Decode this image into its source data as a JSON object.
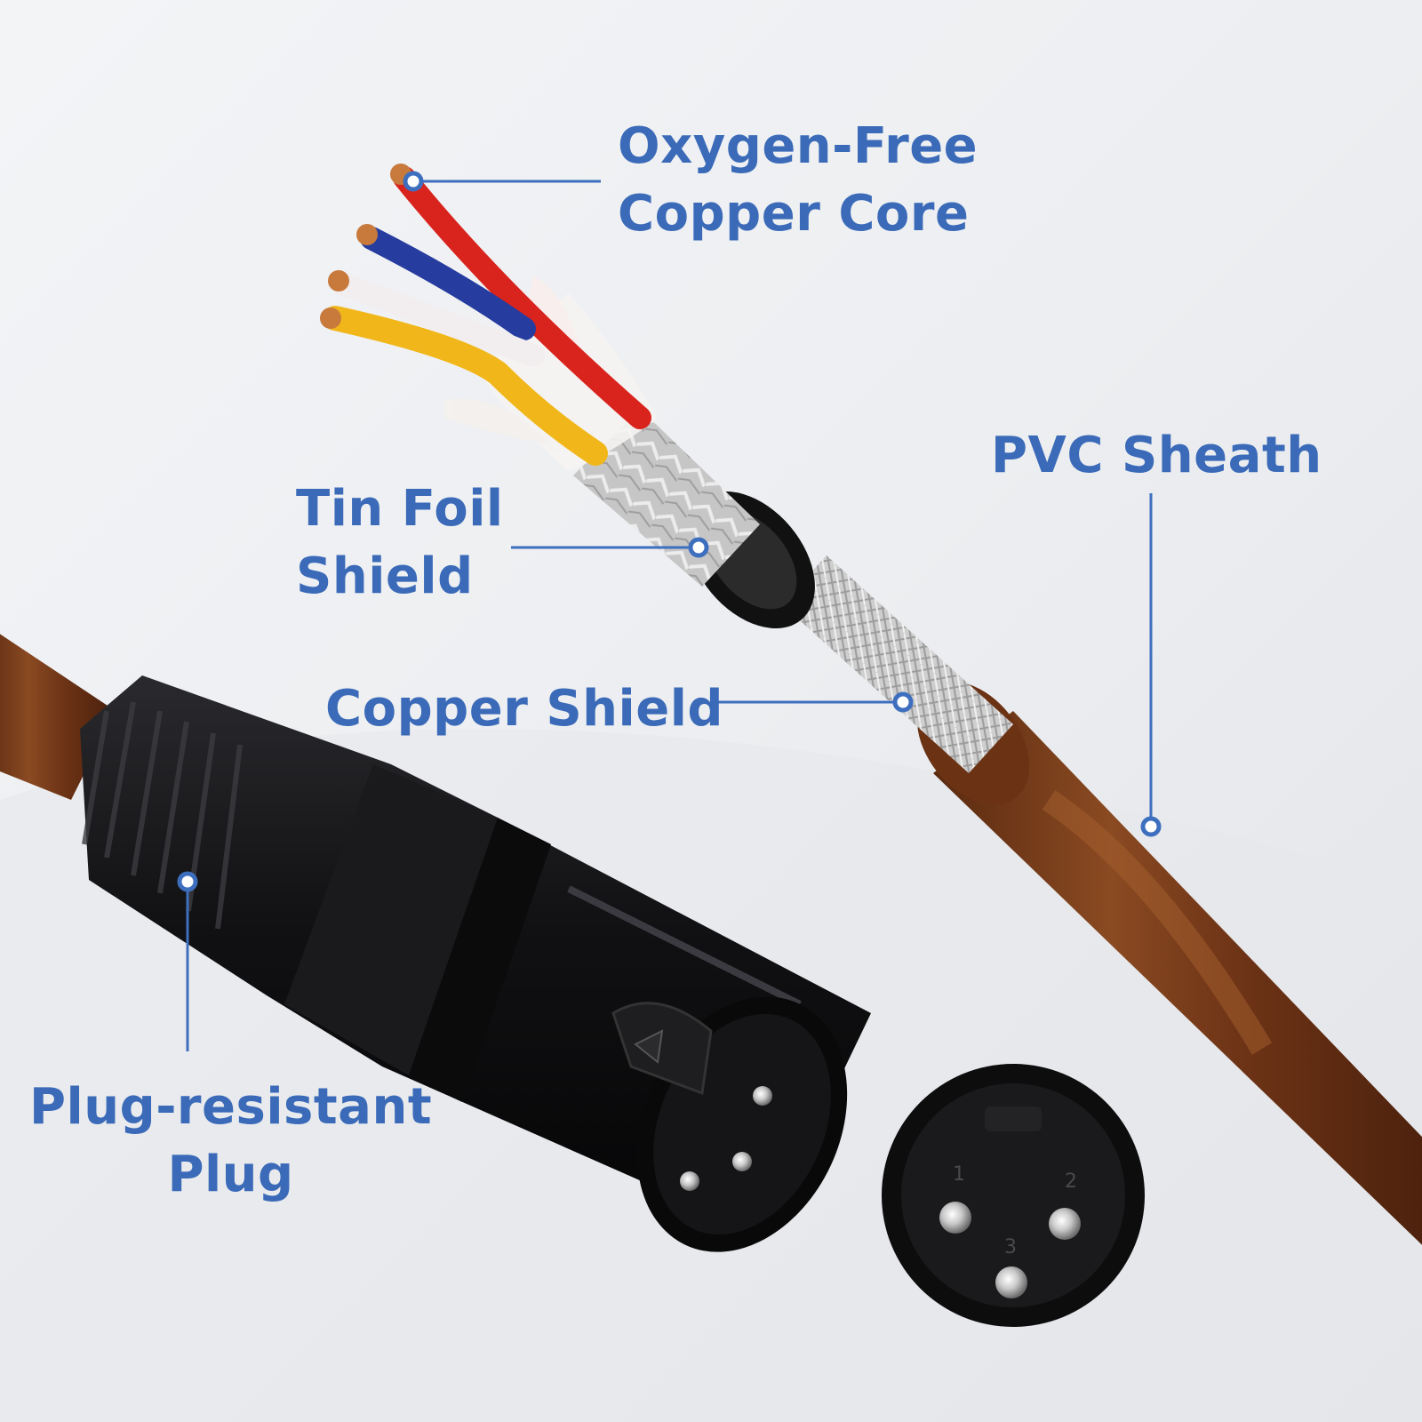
{
  "colors": {
    "label": "#3a6ab8",
    "leader_line": "#3e6fbf",
    "background": "#f1f2f4",
    "sheath": "#7a3e1c",
    "plug_body": "#141416"
  },
  "callouts": {
    "copper_core": {
      "line1": "Oxygen-Free",
      "line2": "Copper Core"
    },
    "tin_foil": {
      "line1": "Tin Foil",
      "line2": "Shield"
    },
    "copper_shield": {
      "line1": "Copper Shield"
    },
    "pvc_sheath": {
      "line1": "PVC Sheath"
    },
    "plug": {
      "line1": "Plug-resistant",
      "line2": "Plug"
    }
  },
  "pin_numbers": [
    "1",
    "2",
    "3"
  ]
}
